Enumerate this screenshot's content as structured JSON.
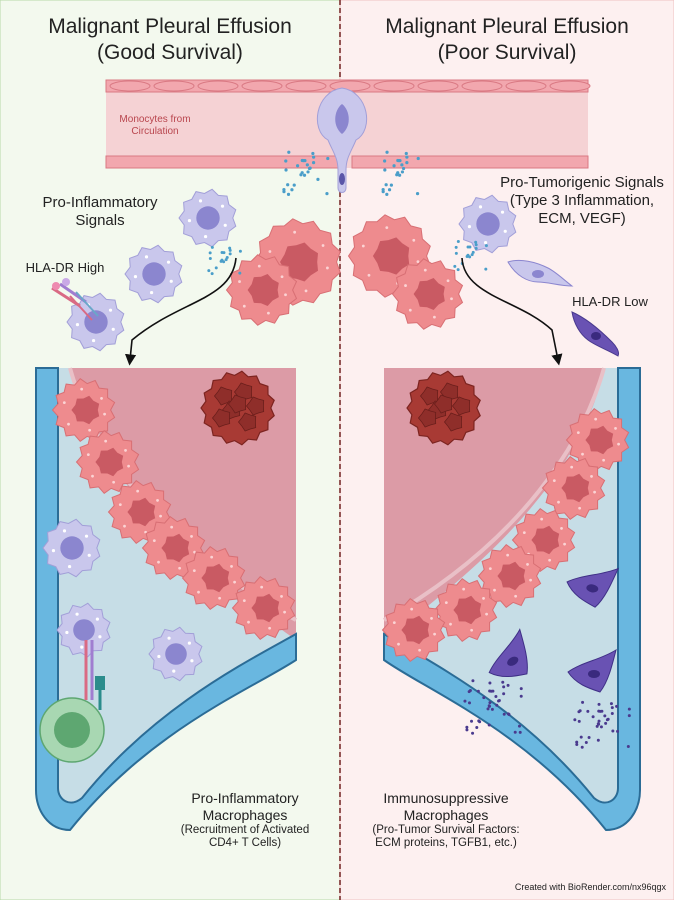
{
  "left": {
    "title_line1": "Malignant Pleural Effusion",
    "title_line2": "(Good Survival)",
    "signals_line1": "Pro-Inflammatory",
    "signals_line2": "Signals",
    "hla_label": "HLA-DR High",
    "footer_line1": "Pro-Inflammatory",
    "footer_line2": "Macrophages",
    "footer_line3": "(Recruitment of Activated",
    "footer_line4": "CD4+ T Cells)"
  },
  "right": {
    "title_line1": "Malignant Pleural Effusion",
    "title_line2": "(Poor Survival)",
    "signals_line1": "Pro-Tumorigenic Signals",
    "signals_line2": "(Type 3 Inflammation,",
    "signals_line3": "ECM, VEGF)",
    "hla_label": "HLA-DR Low",
    "footer_line1": "Immunosuppressive",
    "footer_line2": "Macrophages",
    "footer_line3": "(Pro-Tumor Survival Factors:",
    "footer_line4": "ECM proteins, TGFB1, etc.)"
  },
  "vessel": {
    "label_line1": "Monocytes from",
    "label_line2": "Circulation"
  },
  "credit": "Created with BioRender.com/nx96qgx",
  "colors": {
    "left_bg": "#f3f9ee",
    "right_bg": "#fdf0f0",
    "monocyte": "#c9c7ec",
    "monocyte_nucleus": "#8b86cf",
    "tumor_cell": "#ee8b8e",
    "tumor_nucleus": "#c95a63",
    "tumor_mass": "#a83a34",
    "pleura": "#69b7e0",
    "effusion": "#c6dde6",
    "lung": "#dc9ba6",
    "fibroblast": "#6952b3",
    "t_cell": "#8cc59c"
  }
}
